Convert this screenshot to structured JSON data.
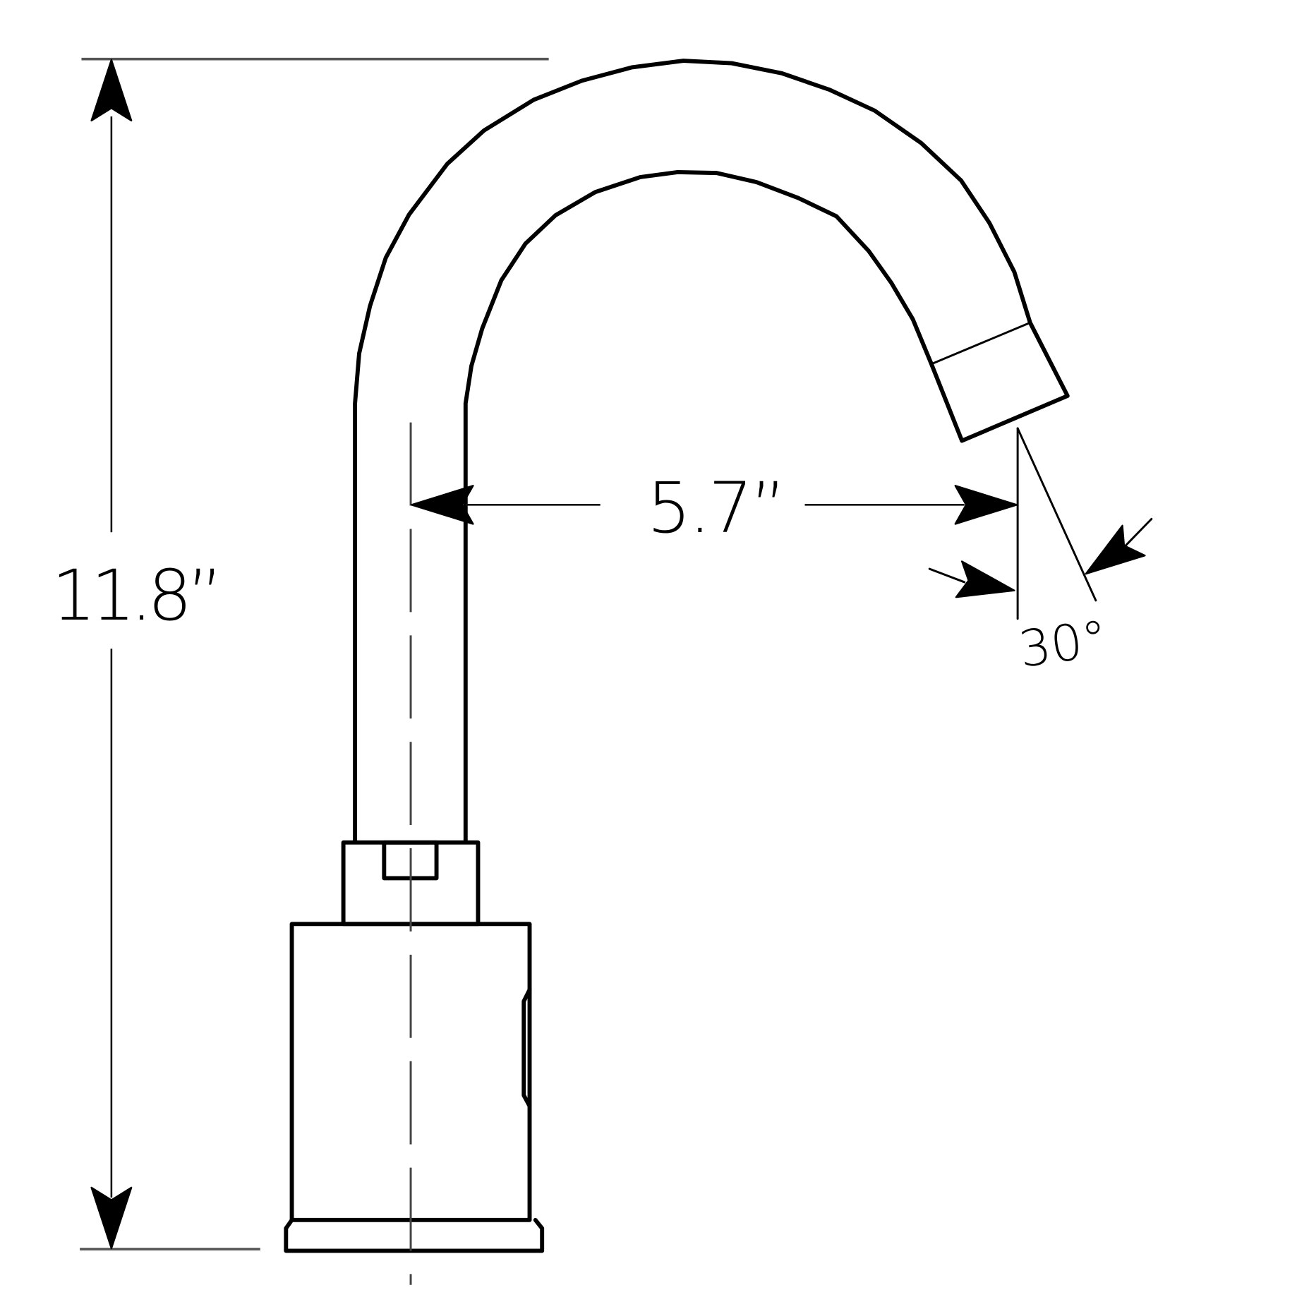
{
  "drawing": {
    "subject": "Gooseneck faucet side elevation",
    "colors": {
      "line": "#000000",
      "extension_line": "#555555",
      "background": "#ffffff"
    }
  },
  "dimensions": {
    "height": {
      "label": "11.8”",
      "value": 11.8,
      "unit": "in"
    },
    "reach": {
      "label": "5.7”",
      "value": 5.7,
      "unit": "in"
    },
    "spray_angle": {
      "label": "30°",
      "value": 30,
      "unit": "deg"
    }
  }
}
